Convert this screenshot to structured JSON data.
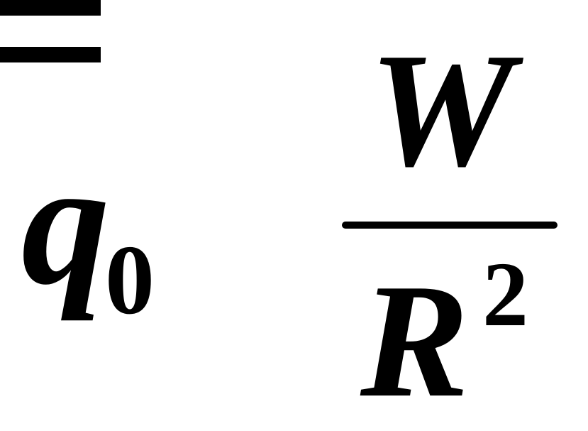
{
  "formula": {
    "lhs_symbol": "q",
    "lhs_subscript": "0",
    "operator": "=",
    "numerator": "W",
    "denominator_base": "R",
    "denominator_exponent": "2"
  }
}
